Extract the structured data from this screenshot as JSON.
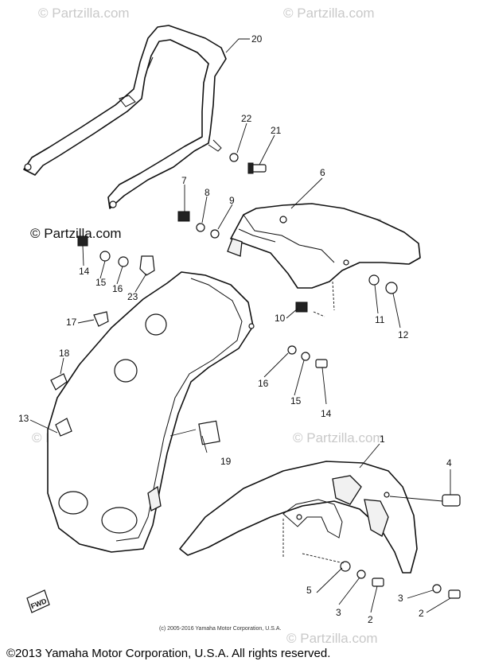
{
  "watermark": {
    "symbol": "©",
    "text": "Partzilla.com"
  },
  "copyright_small": "(c) 2005-2016 Yamaha Motor Corporation, U.S.A.",
  "copyright_main": "©2013 Yamaha Motor Corporation, U.S.A. All rights reserved.",
  "fwd_label": "FWD",
  "callouts": {
    "c1": "1",
    "c2a": "2",
    "c2b": "2",
    "c3a": "3",
    "c3b": "3",
    "c4": "4",
    "c5": "5",
    "c6": "6",
    "c7": "7",
    "c8": "8",
    "c9": "9",
    "c10": "10",
    "c11": "11",
    "c12": "12",
    "c13": "13",
    "c14a": "14",
    "c14b": "14",
    "c15a": "15",
    "c15b": "15",
    "c16a": "16",
    "c16b": "16",
    "c17": "17",
    "c18": "18",
    "c19": "19",
    "c20": "20",
    "c21": "21",
    "c22": "22",
    "c23": "23"
  }
}
